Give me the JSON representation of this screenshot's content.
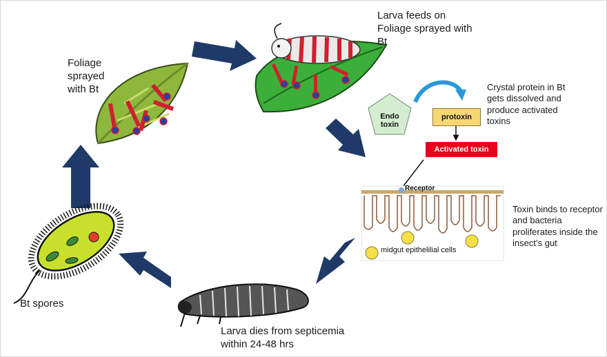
{
  "stages": {
    "foliage": {
      "lines": [
        "Foliage",
        "sprayed",
        "with Bt"
      ]
    },
    "larva_feeds": {
      "lines": [
        "Larva feeds on",
        "Foliage sprayed with",
        "Bt"
      ]
    },
    "crystal": {
      "lines": [
        "Crystal protein in Bt",
        "gets dissolved and",
        "produce activated",
        "toxins"
      ]
    },
    "toxin_binds": {
      "lines": [
        "Toxin binds to receptor",
        "and bacteria",
        "proliferates inside the",
        "insect’s gut"
      ]
    },
    "larva_dies": {
      "lines": [
        "Larva dies from septicemia",
        "within 24-48 hrs"
      ]
    },
    "spores": {
      "label": "Bt spores"
    }
  },
  "toxin_panel": {
    "endo": [
      "Endo",
      "toxin"
    ],
    "protoxin": "protoxin",
    "activated": "Activated toxin"
  },
  "gut_panel": {
    "receptor": "Receptor",
    "cells": "midgut epithelilial cells"
  },
  "colors": {
    "arrow": "#1f3a68",
    "leaf": "#3cae3a",
    "leaf_yellow": "#8db83c",
    "activated_toxin": "#e8001c",
    "protoxin": "#f7d774",
    "pentagon": "#d4ecd0",
    "bacterium": "#c8e02b"
  }
}
